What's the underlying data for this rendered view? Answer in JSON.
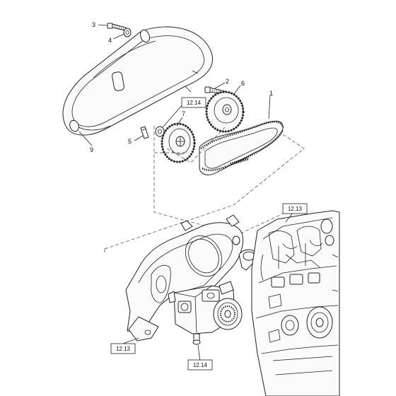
{
  "callouts": {
    "c1": "1",
    "c2": "2",
    "c3": "3",
    "c4": "4",
    "c5": "5",
    "c6": "6",
    "c7": "7",
    "c9": "9"
  },
  "references": {
    "ref_pulley": "12.14",
    "ref_engine": "12.13",
    "ref_frame": "12.13",
    "ref_pump": "12.14"
  },
  "colors": {
    "line": "#222222",
    "background": "#ffffff"
  }
}
